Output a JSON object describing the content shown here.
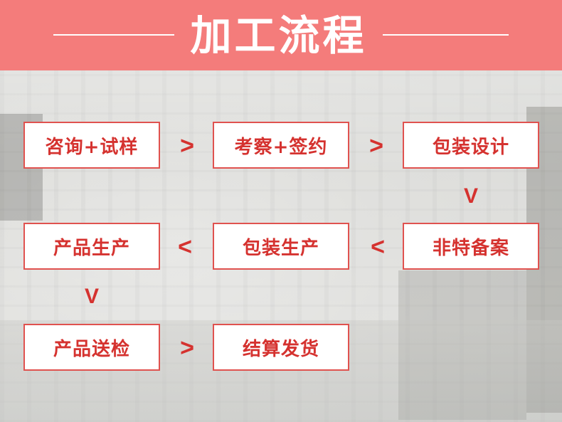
{
  "header": {
    "title": "加工流程"
  },
  "flow": {
    "steps": [
      "咨询+试样",
      "考察+签约",
      "包装设计",
      "非特备案",
      "包装生产",
      "产品生产",
      "产品送检",
      "结算发货"
    ],
    "arrows": {
      "right": ">",
      "left": "<",
      "down": "V"
    }
  },
  "colors": {
    "header_bg": "#f47c7b",
    "accent_red": "#d5322f",
    "box_border": "#e0524f",
    "box_bg": "#ffffff"
  }
}
